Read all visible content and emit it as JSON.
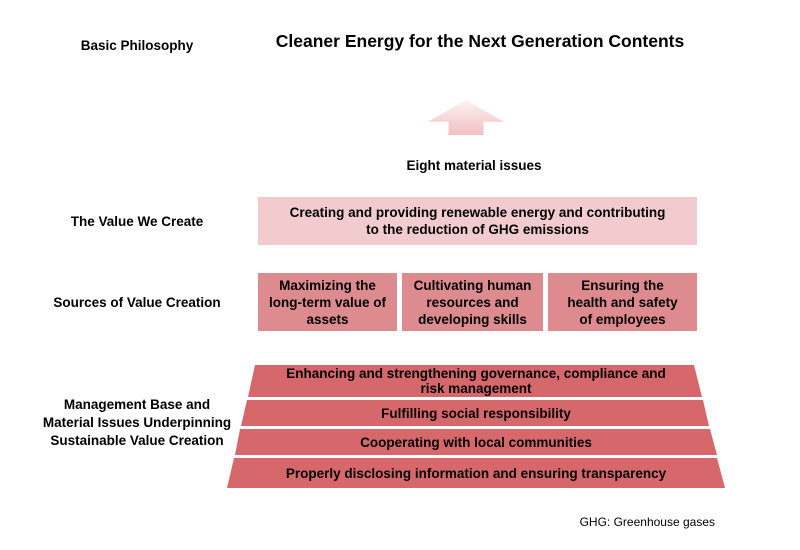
{
  "header": {
    "basic_philosophy_label": "Basic Philosophy",
    "title": "Cleaner Energy for the Next Generation Contents"
  },
  "left_labels": {
    "value_we_create": "The Value We Create",
    "sources_of_value": "Sources of Value Creation",
    "management_base": [
      "Management Base and",
      "Material Issues Underpinning",
      "Sustainable Value Creation"
    ]
  },
  "diagram": {
    "arrow_icon": "up-arrow-icon",
    "material_issues_label": "Eight material issues",
    "value_box": "Creating and providing renewable energy and contributing to the reduction of GHG emissions",
    "source_boxes": [
      "Maximizing the long-term value of assets",
      "Cultivating human resources and developing skills",
      "Ensuring the health and safety of employees"
    ],
    "base_rows": [
      "Enhancing and strengthening governance, compliance and risk management",
      "Fulfilling social responsibility",
      "Cooperating with local communities",
      "Properly disclosing information and ensuring transparency"
    ]
  },
  "footnote": "GHG: Greenhouse gases",
  "colors": {
    "light_pink": "#f2cbce",
    "medium_pink": "#dd8b8e",
    "salmon_red": "#d6676b",
    "arrow_top": "#fdf3f3",
    "arrow_bottom": "#f2bfc1"
  }
}
